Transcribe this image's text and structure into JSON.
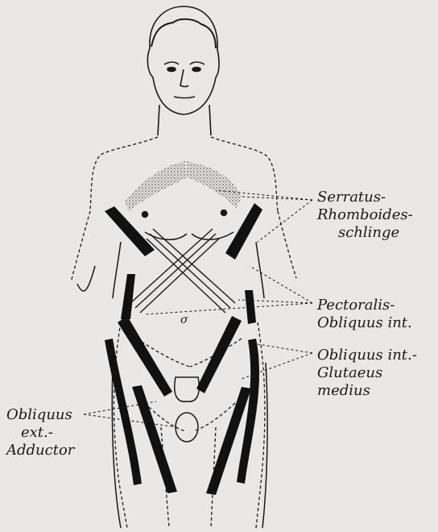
{
  "labels": {
    "serratus_rhomboides": {
      "line1": "Serratus-",
      "line2": "Rhomboides-",
      "line3": "schlinge"
    },
    "pectoralis_obliquus": {
      "line1": "Pectoralis-",
      "line2": "Obliquus int."
    },
    "obliquus_int_glutaeus": {
      "line1": "Obliquus int.-",
      "line2": "Glutaeus",
      "line3": "medius"
    },
    "obliquus_ext_adductor": {
      "line1": "Obliquus",
      "line2": "ext.-",
      "line3": "Adductor"
    }
  },
  "navel_mark": "σ",
  "colors": {
    "background": "#e9e8e6",
    "ink": "#1a1a1a",
    "band": "#111111",
    "stipple": "#555555"
  }
}
